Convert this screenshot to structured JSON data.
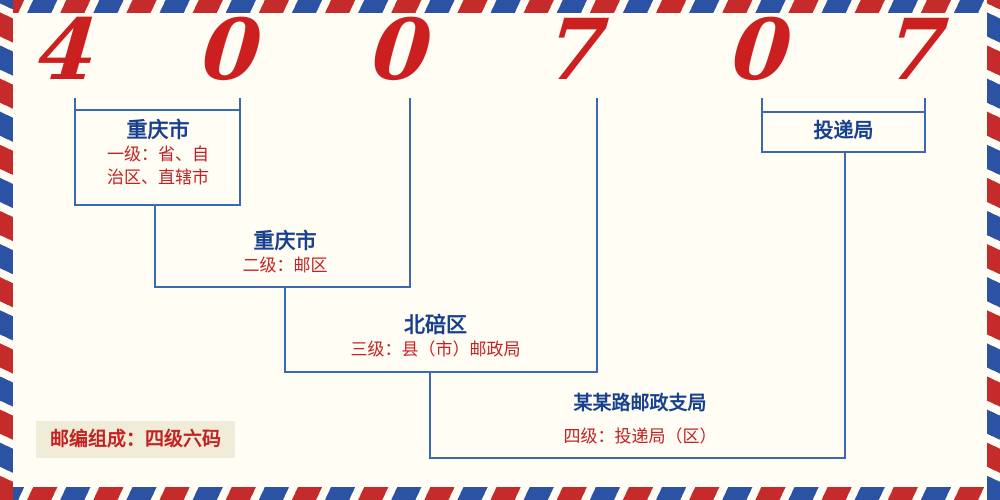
{
  "postal_code": "400707",
  "digits": [
    "4",
    "0",
    "0",
    "7",
    "0",
    "7"
  ],
  "labels": {
    "level1": {
      "title": "重庆市",
      "line1": "一级：省、自",
      "line2": "治区、直辖市"
    },
    "level2": {
      "title": "重庆市",
      "line1": "二级：邮区"
    },
    "level3": {
      "title": "北碚区",
      "line1": "三级：县（市）邮政局"
    },
    "level4": {
      "title": "某某路邮政支局",
      "line1": "四级：投递局（区）"
    },
    "level5": {
      "title": "投递局"
    }
  },
  "note": {
    "text": "邮编组成：四级六码"
  },
  "colors": {
    "digit_red": "#cc1f1f",
    "line_blue": "#3a68b5",
    "title_navy": "#17418f",
    "desc_red": "#c42222",
    "stripe_red": "#c52b2b",
    "stripe_blue": "#2b52a3",
    "note_bg": "#f1ecd8"
  }
}
